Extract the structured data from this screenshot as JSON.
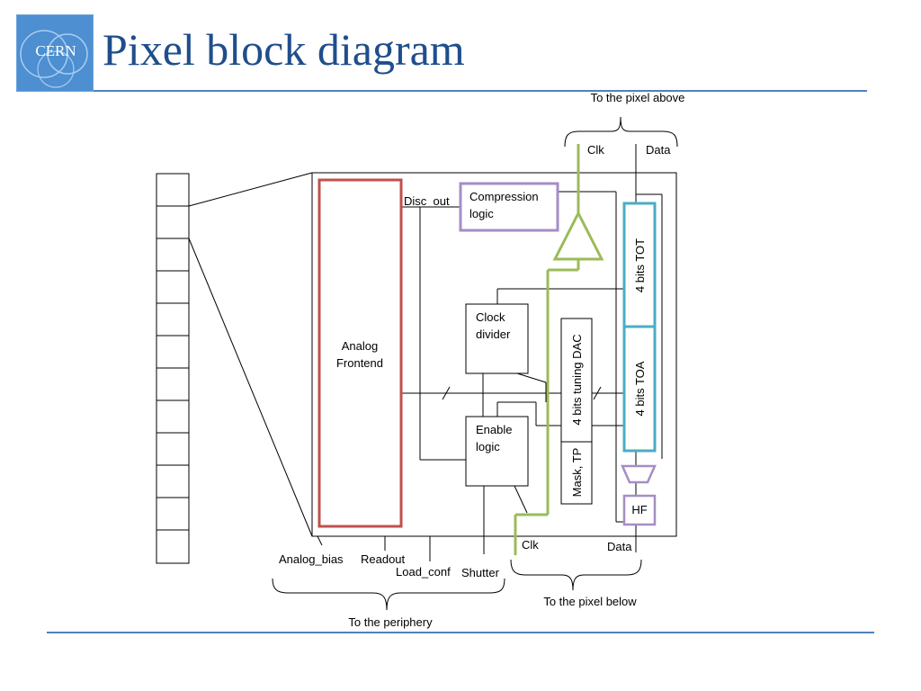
{
  "header": {
    "logo_text": "CERN",
    "title": "Pixel block diagram"
  },
  "diagram": {
    "blocks": {
      "analog_frontend": [
        "Analog",
        "Frontend"
      ],
      "compression_logic": [
        "Compression",
        "logic"
      ],
      "clock_divider": [
        "Clock",
        "divider"
      ],
      "enable_logic": [
        "Enable",
        "logic"
      ],
      "tuning_dac": "4 bits tuning DAC",
      "mask_tp": "Mask, TP",
      "tot": "4 bits TOT",
      "toa": "4 bits TOA",
      "hf": "HF"
    },
    "signals": {
      "disc_out": "Disc_out",
      "clk_top": "Clk",
      "data_top": "Data",
      "clk_bottom": "Clk",
      "data_bottom": "Data",
      "analog_bias": "Analog_bias",
      "readout": "Readout",
      "load_conf": "Load_conf",
      "shutter": "Shutter"
    },
    "annotations": {
      "pixel_above": "To the pixel above",
      "pixel_below": "To the pixel below",
      "periphery": "To the periphery"
    },
    "colors": {
      "analog_frontend": "#c0504d",
      "compression_logic": "#a48ec4",
      "clock_line": "#9bbb59",
      "registers": "#4bacc6",
      "hf": "#a48ec4"
    }
  }
}
